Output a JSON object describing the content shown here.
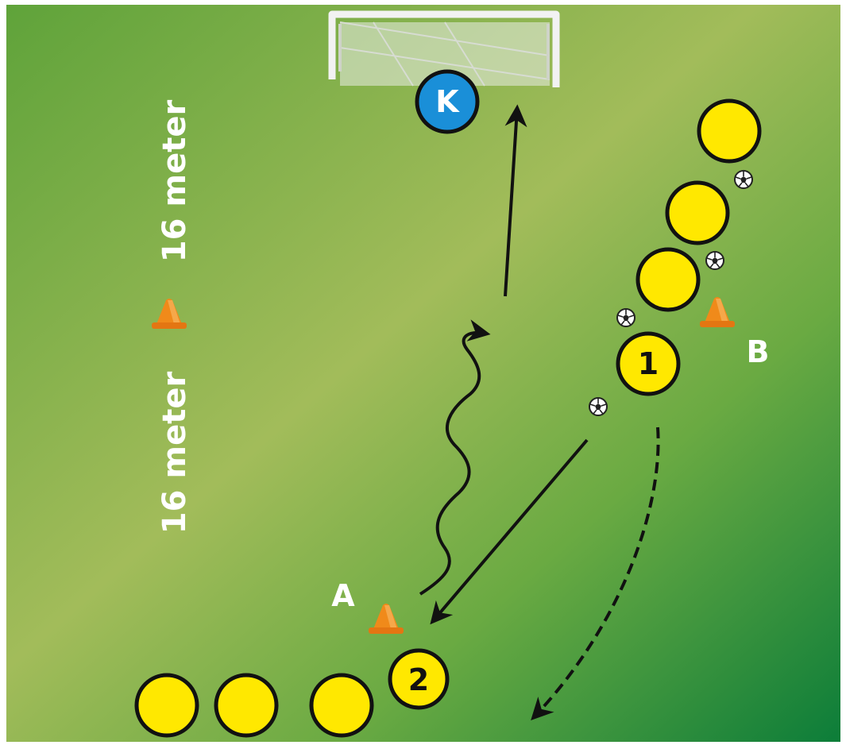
{
  "colors": {
    "field_light": "#a2bc5a",
    "field_dark": "#0c7d39",
    "player": "#ffe800",
    "keeper": "#1a8fd8",
    "cone": "#f08a1a",
    "outline": "#111111",
    "label": "#ffffff"
  },
  "labels": {
    "distance_top": "16 meter",
    "distance_bottom": "16 meter",
    "cone_a": "A",
    "cone_b": "B",
    "keeper": "K",
    "player_1": "1",
    "player_2": "2"
  },
  "elements": {
    "goal": "goal",
    "cones": [
      "cone-a",
      "cone-b",
      "cone-midfield"
    ],
    "balls": 4,
    "queue_b_players": 3,
    "queue_a_players": 3,
    "arrows": [
      "pass-arrow",
      "dribble-arrow",
      "shot-arrow",
      "run-arrow"
    ]
  }
}
